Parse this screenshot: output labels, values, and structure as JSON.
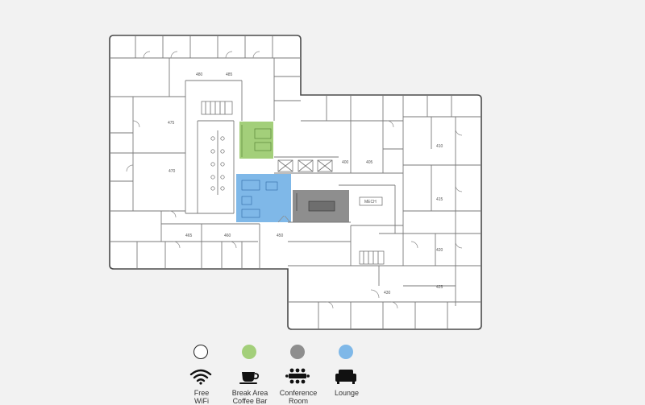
{
  "rooms": [
    {
      "id": "480",
      "label": "480"
    },
    {
      "id": "485",
      "label": "485"
    },
    {
      "id": "475",
      "label": "475"
    },
    {
      "id": "470",
      "label": "470"
    },
    {
      "id": "465",
      "label": "465"
    },
    {
      "id": "460",
      "label": "460"
    },
    {
      "id": "450",
      "label": "450"
    },
    {
      "id": "400",
      "label": "400"
    },
    {
      "id": "405",
      "label": "405"
    },
    {
      "id": "410",
      "label": "410"
    },
    {
      "id": "415",
      "label": "415"
    },
    {
      "id": "420",
      "label": "420"
    },
    {
      "id": "425",
      "label": "425"
    },
    {
      "id": "430",
      "label": "430"
    },
    {
      "id": "mech",
      "label": "MECH"
    }
  ],
  "highlight_colors": {
    "break_area": "#a3cf7a",
    "conference": "#8e8e8e",
    "lounge": "#7fb8e8"
  },
  "legend": [
    {
      "key": "wifi",
      "label": "Free WiFi",
      "line1": "Free",
      "line2": "WiFi",
      "icon": "wifi-icon",
      "color": "#ffffff"
    },
    {
      "key": "break",
      "label": "Break Area Coffee Bar",
      "line1": "Break Area",
      "line2": "Coffee Bar",
      "icon": "coffee-cup-icon",
      "color": "#a3cf7a"
    },
    {
      "key": "conference",
      "label": "Conference Room",
      "line1": "Conference",
      "line2": "Room",
      "icon": "conference-table-icon",
      "color": "#8e8e8e"
    },
    {
      "key": "lounge",
      "label": "Lounge",
      "line1": "Lounge",
      "line2": "",
      "icon": "sofa-icon",
      "color": "#7fb8e8"
    }
  ]
}
